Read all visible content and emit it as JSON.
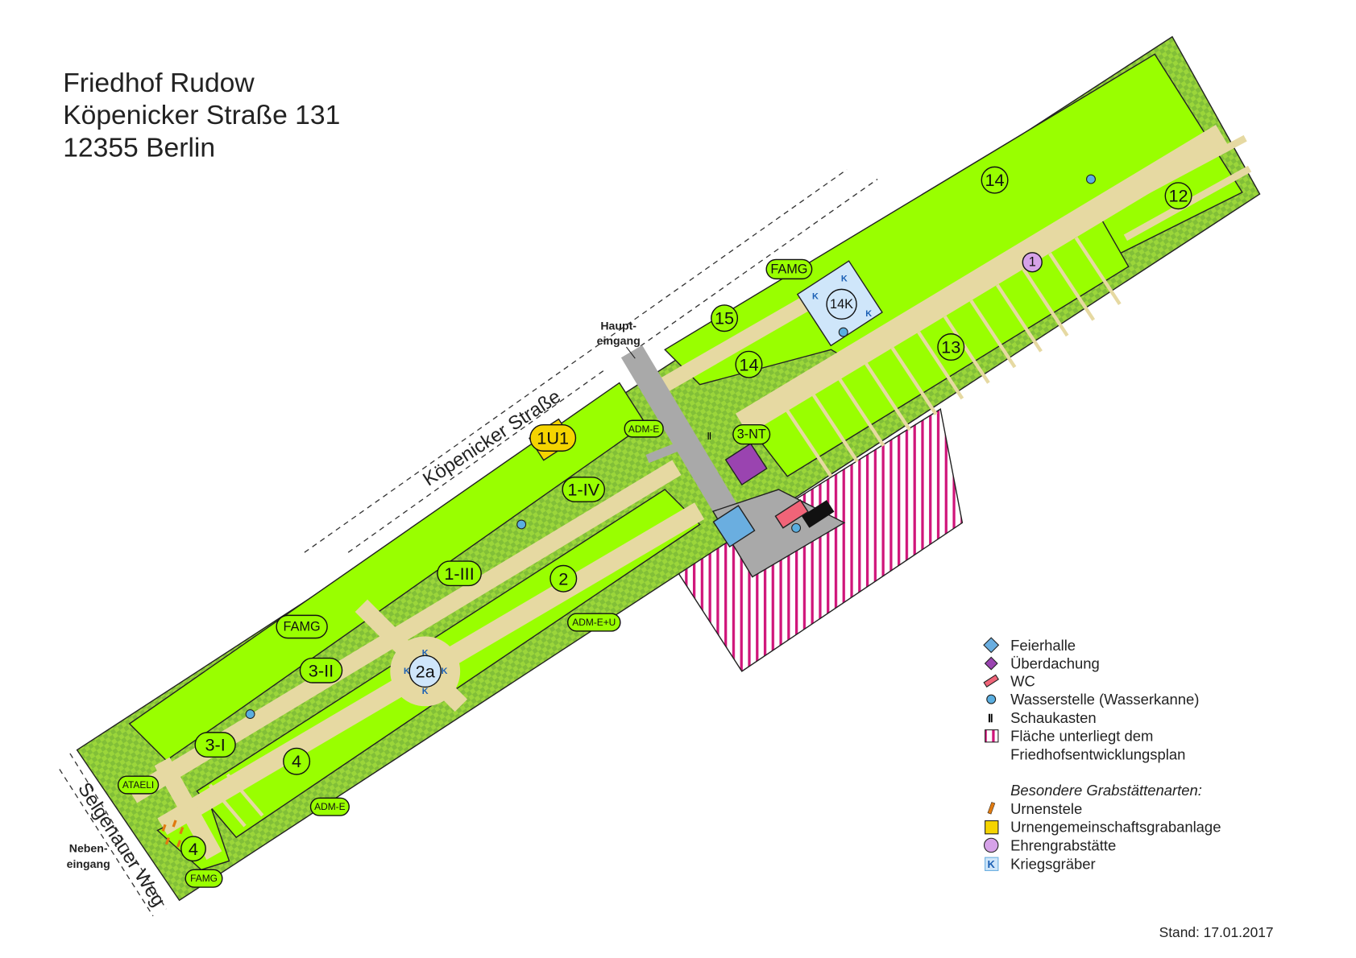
{
  "header": {
    "line1": "Friedhof Rudow",
    "line2": "Köpenicker Straße 131",
    "line3": "12355 Berlin"
  },
  "streets": {
    "north": "Köpenicker Straße",
    "west": "Selgenauer Weg"
  },
  "entrances": {
    "main_1": "Haupt-",
    "main_2": "eingang",
    "side_1": "Neben-",
    "side_2": "eingang"
  },
  "fields": [
    "14",
    "12",
    "1",
    "13",
    "14K",
    "FAMG",
    "15",
    "14",
    "3-NT",
    "ADM-E",
    "1U1",
    "1-IV",
    "1-III",
    "2",
    "ADM-E+U",
    "FAMG",
    "3-II",
    "2a",
    "3-I",
    "4",
    "ATAELI",
    "ADM-E",
    "4",
    "FAMG"
  ],
  "war_grave_marker": "K",
  "legend": {
    "items": [
      {
        "label": "Feierhalle",
        "icon": "chapel-diamond-icon",
        "color": "#6aaee0"
      },
      {
        "label": "Überdachung",
        "icon": "canopy-diamond-icon",
        "color": "#9a44b0"
      },
      {
        "label": "WC",
        "icon": "wc-bar-icon",
        "color": "#f06478"
      },
      {
        "label": "Wasserstelle (Wasserkanne)",
        "icon": "water-point-icon",
        "color": "#5aaee0"
      },
      {
        "label": "Schaukasten",
        "icon": "display-case-icon",
        "color": "#222222"
      },
      {
        "label": "Fläche unterliegt dem",
        "icon": "hatched-area-icon",
        "color": "#d0157a"
      },
      {
        "label": "Friedhofsentwicklungsplan"
      }
    ],
    "special_heading": "Besondere Grabstättenarten:",
    "special": [
      {
        "label": "Urnenstele",
        "icon": "urn-stele-icon",
        "color": "#e07a10"
      },
      {
        "label": "Urnengemeinschaftsgrabanlage",
        "icon": "urn-community-icon",
        "color": "#f5d400"
      },
      {
        "label": "Ehrengrabstätte",
        "icon": "honorary-grave-icon",
        "color": "#d6a2e8"
      },
      {
        "label": "Kriegsgräber",
        "icon": "war-graves-icon",
        "color": "#cfe6fa"
      }
    ]
  },
  "stand": "Stand: 17.01.2017",
  "colors": {
    "lawn": "#99ff00",
    "path": "#e6d9a2",
    "road": "#a9a9a9",
    "hatch": "#d0157a"
  }
}
